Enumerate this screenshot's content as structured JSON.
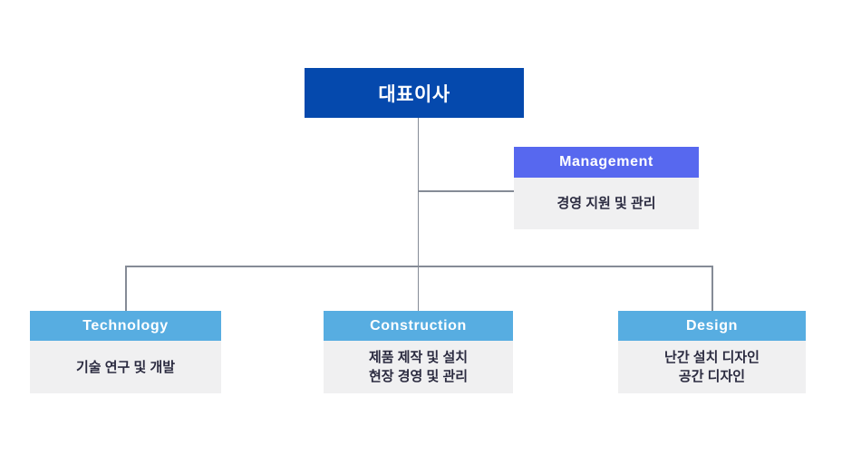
{
  "org_chart": {
    "root": {
      "label": "대표이사",
      "background_color": "#0549ad",
      "text_color": "#ffffff"
    },
    "staff_unit": {
      "title": "Management",
      "header_color": "#5768ef",
      "lines": [
        "경영 지원 및 관리"
      ]
    },
    "departments": [
      {
        "title": "Technology",
        "header_color": "#57ade1",
        "lines": [
          "기술 연구 및 개발"
        ]
      },
      {
        "title": "Construction",
        "header_color": "#57ade1",
        "lines": [
          "제품 제작 및 설치",
          "현장 경영 및 관리"
        ]
      },
      {
        "title": "Design",
        "header_color": "#57ade1",
        "lines": [
          "난간 설치 디자인",
          "공간 디자인"
        ]
      }
    ],
    "style": {
      "connector_color": "#858b96",
      "body_background": "#f0f0f1",
      "body_text_color": "#2b2b40",
      "page_background": "#ffffff"
    }
  }
}
